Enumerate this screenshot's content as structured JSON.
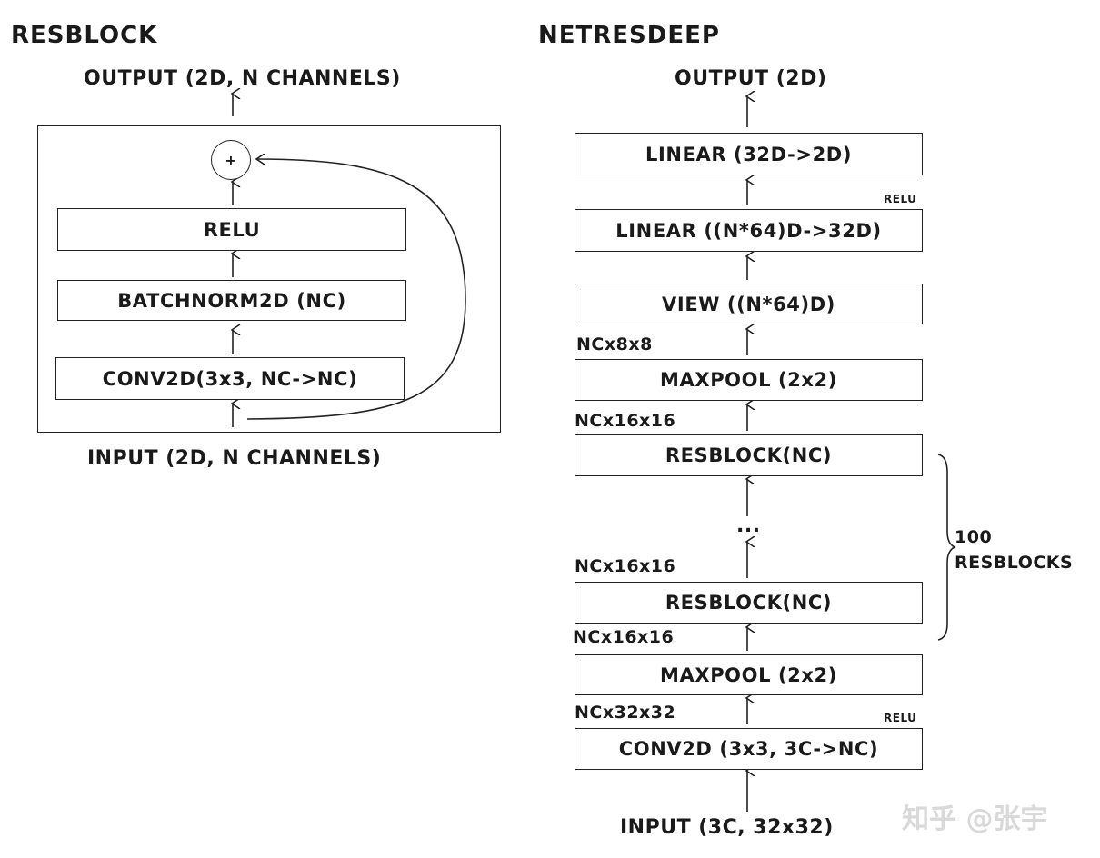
{
  "resblock": {
    "title": "RESBLOCK",
    "output": "OUTPUT (2D, N CHANNELS)",
    "input": "INPUT (2D, N CHANNELS)",
    "plus": "+",
    "layers": [
      "RELU",
      "BATCHNORM2D (NC)",
      "CONV2D(3x3, NC->NC)"
    ]
  },
  "netresdeep": {
    "title": "NETRESDEEP",
    "output": "OUTPUT (2D)",
    "input": "INPUT (3C, 32x32)",
    "layers": {
      "linear2": "LINEAR (32D->2D)",
      "linear1": "LINEAR ((N*64)D->32D)",
      "view": "VIEW ((N*64)D)",
      "maxpool2": "MAXPOOL (2x2)",
      "resblock_top": "RESBLOCK(NC)",
      "resblock_bottom": "RESBLOCK(NC)",
      "maxpool1": "MAXPOOL (2x2)",
      "conv": "CONV2D (3x3, 3C->NC)"
    },
    "relu_top": "RELU",
    "relu_bottom": "RELU",
    "ellipsis": "...",
    "dims": {
      "after_maxpool2_in": "NCx8x8",
      "maxpool2_in": "NCx16x16",
      "resblock_mid": "NCx16x16",
      "resblock_in": "NCx16x16",
      "maxpool1_in": "NCx32x32"
    },
    "brace_label_1": "100",
    "brace_label_2": "RESBLOCKS"
  },
  "watermark": "知乎 @张宇"
}
